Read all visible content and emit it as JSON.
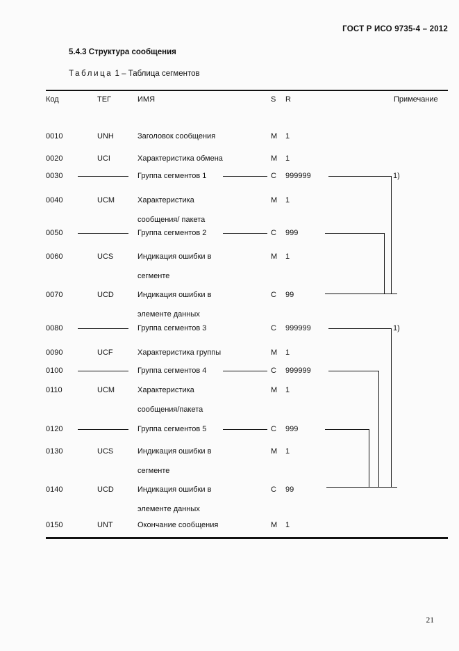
{
  "document": {
    "header_standard": "ГОСТ Р ИСО 9735-4 – 2012",
    "section_number": "5.4.3",
    "section_title": "Структура сообщения",
    "section_heading": "5.4.3  Структура сообщения",
    "caption_label": "Таблица",
    "caption_rest": "1 – Таблица сегментов",
    "page_number": "21"
  },
  "table": {
    "columns": {
      "code": "Код",
      "tag": "ТЕГ",
      "name": "ИМЯ",
      "s": "S",
      "r": "R",
      "note": "Примечание"
    },
    "rows": [
      {
        "code": "0010",
        "tag": "UNH",
        "name": "Заголовок сообщения",
        "name2": "",
        "s": "M",
        "r": "1",
        "group": false
      },
      {
        "code": "0020",
        "tag": "UCI",
        "name": "Характеристика обмена",
        "name2": "",
        "s": "M",
        "r": "1",
        "group": false
      },
      {
        "code": "0030",
        "tag": "",
        "name": "Группа сегментов 1",
        "name2": "",
        "s": "C",
        "r": "999999",
        "group": true
      },
      {
        "code": "0040",
        "tag": "UCM",
        "name": "Характеристика",
        "name2": "сообщения/ пакета",
        "s": "M",
        "r": "1",
        "group": false
      },
      {
        "code": "0050",
        "tag": "",
        "name": "Группа сегментов 2",
        "name2": "",
        "s": "C",
        "r": "999",
        "group": true
      },
      {
        "code": "0060",
        "tag": "UCS",
        "name": "Индикация ошибки в",
        "name2": "сегменте",
        "s": "M",
        "r": "1",
        "group": false
      },
      {
        "code": "0070",
        "tag": "UCD",
        "name": "Индикация ошибки в",
        "name2": "элементе данных",
        "s": "C",
        "r": "99",
        "group": false
      },
      {
        "code": "0080",
        "tag": "",
        "name": "Группа сегментов 3",
        "name2": "",
        "s": "C",
        "r": "999999",
        "group": true
      },
      {
        "code": "0090",
        "tag": "UCF",
        "name": "Характеристика группы",
        "name2": "",
        "s": "M",
        "r": "1",
        "group": false
      },
      {
        "code": "0100",
        "tag": "",
        "name": "Группа сегментов 4",
        "name2": "",
        "s": "C",
        "r": "999999",
        "group": true
      },
      {
        "code": "0110",
        "tag": "UCM",
        "name": "Характеристика",
        "name2": "сообщения/пакета",
        "s": "M",
        "r": "1",
        "group": false
      },
      {
        "code": "0120",
        "tag": "",
        "name": "Группа сегментов 5",
        "name2": "",
        "s": "C",
        "r": "999",
        "group": true
      },
      {
        "code": "0130",
        "tag": "UCS",
        "name": "Индикация ошибки в",
        "name2": "сегменте",
        "s": "M",
        "r": "1",
        "group": false
      },
      {
        "code": "0140",
        "tag": "UCD",
        "name": "Индикация ошибки в",
        "name2": "элементе данных",
        "s": "C",
        "r": "99",
        "group": false
      },
      {
        "code": "0150",
        "tag": "UNT",
        "name": "Окончание сообщения",
        "name2": "",
        "s": "M",
        "r": "1",
        "group": false
      }
    ],
    "footnote_markers": [
      "1)",
      "1)"
    ]
  }
}
